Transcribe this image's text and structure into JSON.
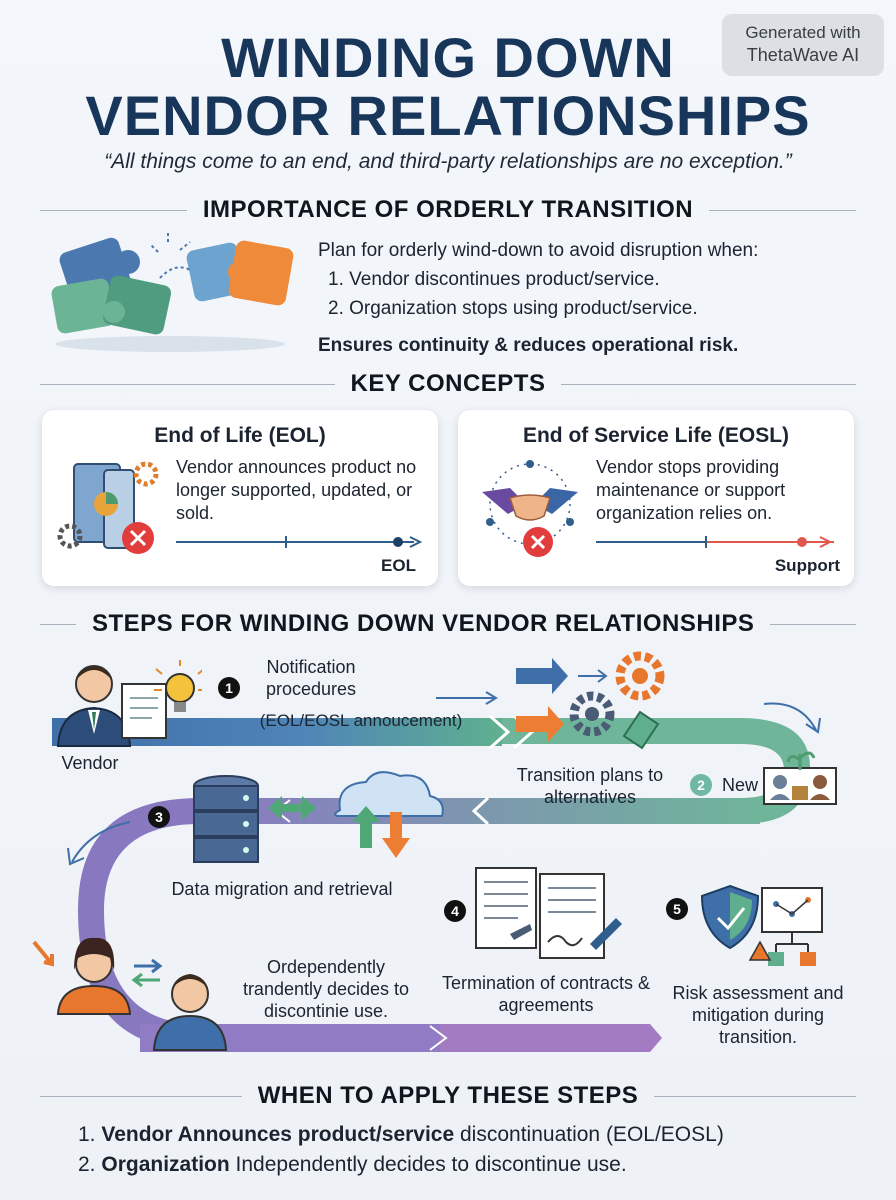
{
  "badge": {
    "line1": "Generated with",
    "line2": "ThetaWave AI"
  },
  "title": {
    "line1": "WINDING DOWN",
    "line2": "VENDOR RELATIONSHIPS"
  },
  "quote": "“All things come to an end, and third-party relationships are no exception.”",
  "importance": {
    "heading": "IMPORTANCE OF ORDERLY TRANSITION",
    "intro": "Plan for orderly wind-down to avoid disruption when:",
    "items": [
      "1. Vendor discontinues product/service.",
      "2. Organization stops using product/service."
    ],
    "ensures": "Ensures continuity & reduces operational risk."
  },
  "concepts": {
    "heading": "KEY CONCEPTS",
    "eol": {
      "title": "End of Life (EOL)",
      "desc": "Vendor announces product no longer supported, updated, or sold.",
      "label": "EOL"
    },
    "eosl": {
      "title": "End of Service Life (EOSL)",
      "desc": "Vendor stops providing maintenance or support organization relies on.",
      "label": "Support"
    }
  },
  "steps": {
    "heading": "STEPS FOR WINDING DOWN VENDOR RELATIONSHIPS",
    "vendor_label": "Vendor",
    "s1_num": "1",
    "s1_title": "Notification procedures",
    "s1_sub": "(EOL/EOSL annoucement)",
    "s2_num": "2",
    "s2_text": "Transition plans to alternatives",
    "new_label": "New",
    "s3_num": "3",
    "s3_text": "Data migration and retrieval",
    "org_text": "Ordependently trandently decides to discontinie use.",
    "s4_num": "4",
    "s4_text": "Termination of contracts & agreements",
    "s5_num": "5",
    "s5_text": "Risk assessment and mitigation during transition."
  },
  "apply": {
    "heading": "WHEN TO APPLY THESE STEPS",
    "item1_bold": "Vendor Announces product/service",
    "item1_rest": " discontinuation (EOL/EOSL)",
    "item2_bold": "Organization",
    "item2_rest": " Independently decides to discontinue use."
  }
}
